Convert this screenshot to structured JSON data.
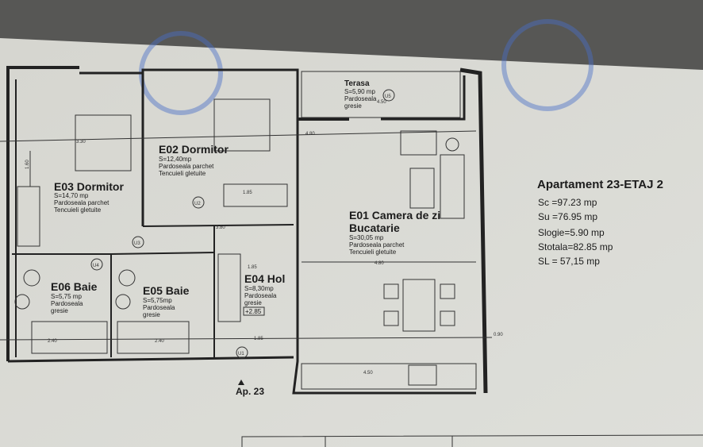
{
  "summary": {
    "title": "Apartament 23-ETAJ 2",
    "lines": [
      "Sc =97.23 mp",
      "Su =76.95 mp",
      "Slogie=5.90 mp",
      "Stotala=82.85 mp",
      "SL = 57,15 mp"
    ]
  },
  "rooms": [
    {
      "code": "E01 Camera de zi",
      "name2": "Bucatarie",
      "area": "S=30,05 mp",
      "floor": "Pardoseala parchet",
      "walls": "Tencuieli gletuite"
    },
    {
      "code": "E02 Dormitor",
      "area": "S=12,40mp",
      "floor": "Pardoseala parchet",
      "walls": "Tencuieli gletuite"
    },
    {
      "code": "E03 Dormitor",
      "area": "S=14,70 mp",
      "floor": "Pardoseala parchet",
      "walls": "Tencuieli gletuite"
    },
    {
      "code": "E04 Hol",
      "area": "S=8,30mp",
      "floor": "Pardoseala",
      "walls": "gresie",
      "level": "+2.85"
    },
    {
      "code": "E05 Baie",
      "area": "S=5,75mp",
      "floor": "Pardoseala",
      "walls": "gresie"
    },
    {
      "code": "E06 Baie",
      "area": "S=5,75 mp",
      "floor": "Pardoseala",
      "walls": "gresie"
    },
    {
      "code": "Terasa",
      "area": "S=5,90 mp",
      "floor": "Pardoseala",
      "walls": "gresie"
    }
  ],
  "doors": [
    "U1",
    "U2",
    "U3",
    "U4",
    "U5"
  ],
  "dimensions": [
    "3.30",
    "3.80",
    "1.85",
    "4.80",
    "4.50",
    "2.40",
    "2.40",
    "1.85",
    "1.85",
    "4.80",
    "1.60",
    "4.50",
    "0.90"
  ],
  "entrance": "Ap. 23",
  "stamp_color": "#4a6fc8"
}
